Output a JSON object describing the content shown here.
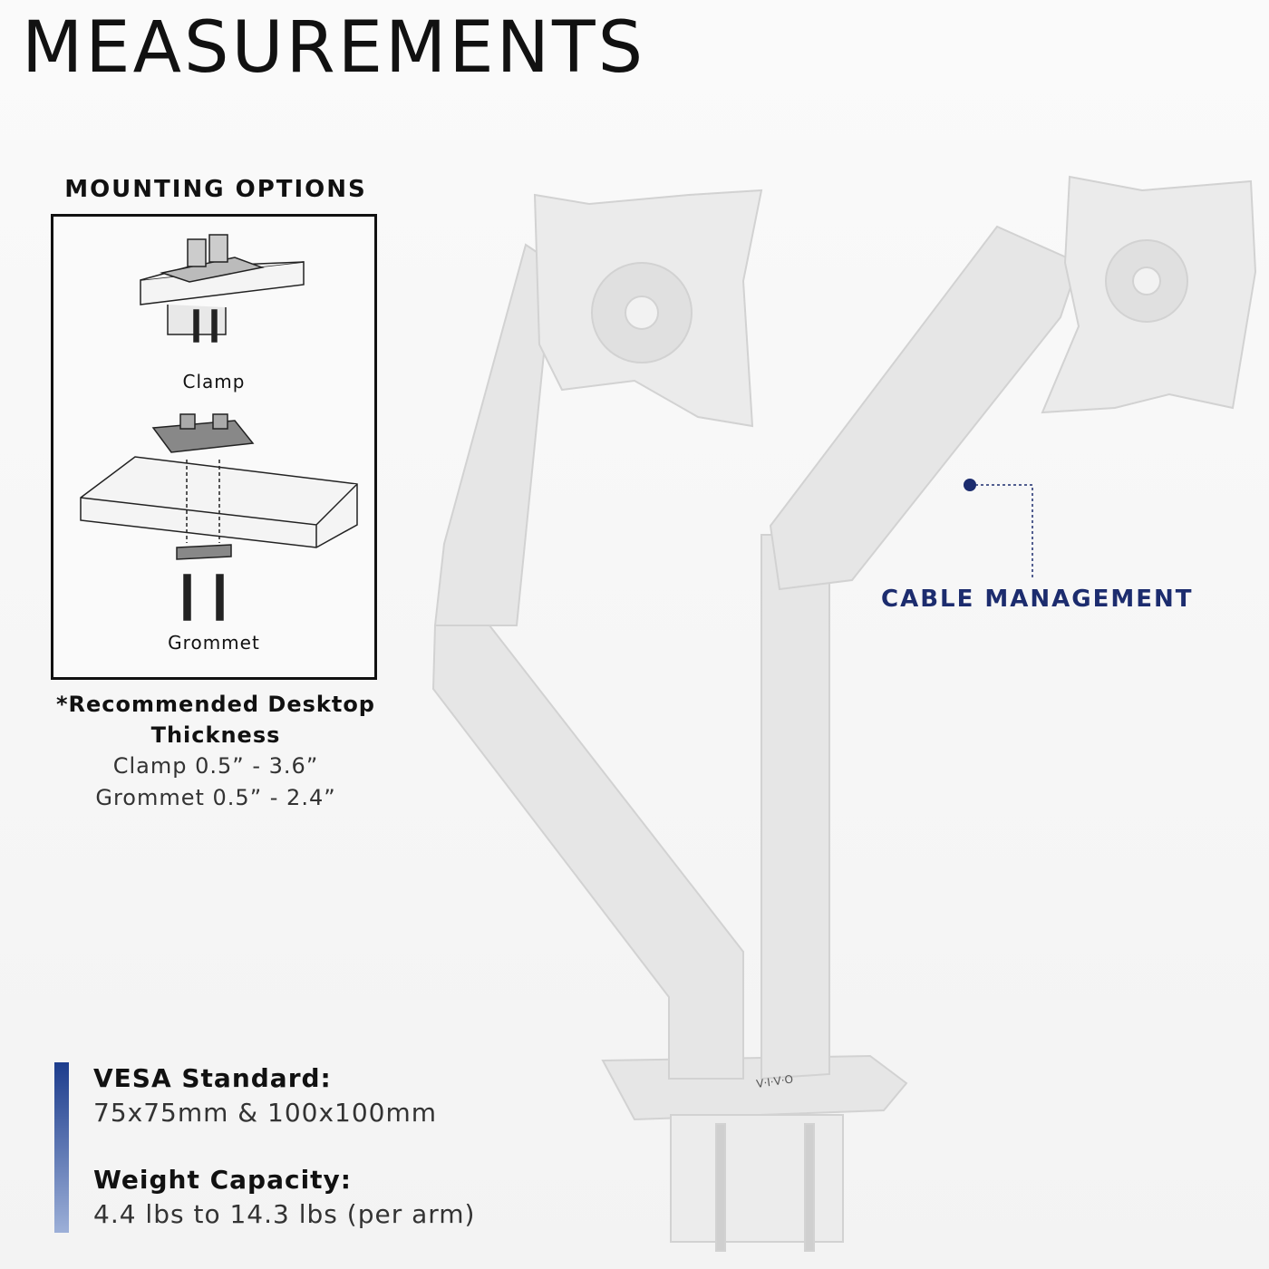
{
  "title": "MEASUREMENTS",
  "mounting_options": {
    "title": "MOUNTING OPTIONS",
    "clamp_label": "Clamp",
    "grommet_label": "Grommet"
  },
  "recommended": {
    "heading_line1": "*Recommended Desktop",
    "heading_line2": "Thickness",
    "clamp": "Clamp 0.5” - 3.6”",
    "grommet": "Grommet 0.5” - 2.4”"
  },
  "callout": {
    "label": "CABLE MANAGEMENT",
    "color": "#1c2c6e"
  },
  "specs": {
    "vesa_label": "VESA Standard:",
    "vesa_value": "75x75mm & 100x100mm",
    "weight_label": "Weight Capacity:",
    "weight_value": "4.4 lbs to 14.3 lbs (per arm)",
    "accent_color": "#1c3c8c"
  },
  "logo": "VIVO"
}
